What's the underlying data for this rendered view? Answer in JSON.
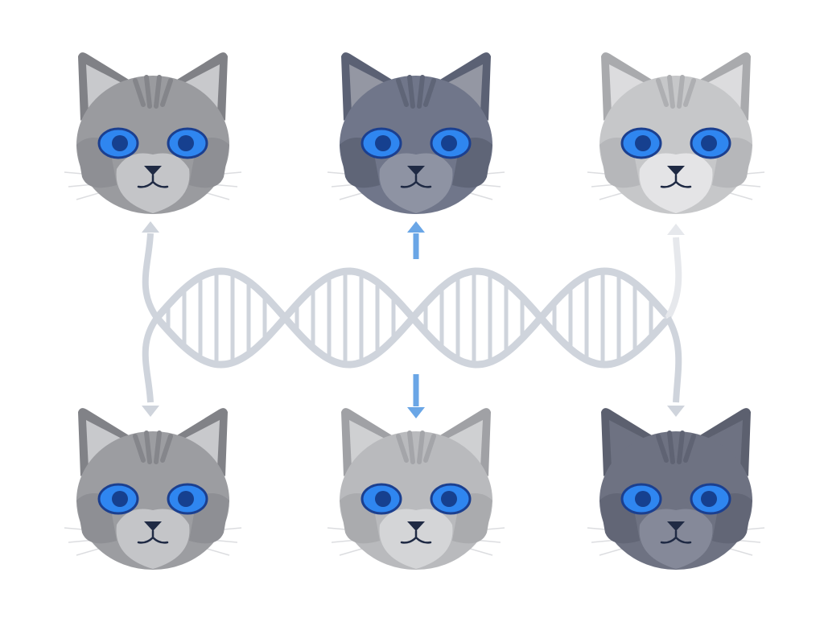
{
  "colors": {
    "background": "#ffffff",
    "helix": "#cfd4dc",
    "side_arrow": "#cfd4dc",
    "center_arrow": "#6aa6e6",
    "eye_iris": "#2f86f0",
    "eye_outline": "#1b3f8f",
    "pupil": "#16408f",
    "nose": "#1f2a44",
    "whisker": "#dcdde0"
  },
  "cats": [
    {
      "id": "top-left",
      "fur": "#9a9b9f",
      "ear": "#808186",
      "inner_ear": "#c8c9cc",
      "muzzle": "#c4c5c8",
      "stripe": "#84858a",
      "cheek": "#8e8f94"
    },
    {
      "id": "top-center",
      "fur": "#70768a",
      "ear": "#5b6174",
      "inner_ear": "#9497a3",
      "muzzle": "#8e93a3",
      "stripe": "#5f6577",
      "cheek": "#5f6577"
    },
    {
      "id": "top-right",
      "fur": "#c6c7c9",
      "ear": "#a9aaad",
      "inner_ear": "#dcdcde",
      "muzzle": "#e4e4e6",
      "stripe": "#aeafb2",
      "cheek": "#b6b7ba"
    },
    {
      "id": "bottom-left",
      "fur": "#9c9da1",
      "ear": "#818287",
      "inner_ear": "#c8c9cc",
      "muzzle": "#c4c5c8",
      "stripe": "#85868b",
      "cheek": "#8e8f94"
    },
    {
      "id": "bottom-center",
      "fur": "#b9babd",
      "ear": "#a0a1a5",
      "inner_ear": "#cfd0d2",
      "muzzle": "#d4d5d7",
      "stripe": "#a4a5a9",
      "cheek": "#aaabae"
    },
    {
      "id": "bottom-right",
      "fur": "#6e7282",
      "ear": "#5c606f",
      "inner_ear": "#6e7282",
      "muzzle": "#858999",
      "stripe": "#5f6373",
      "cheek": "#626676"
    }
  ]
}
